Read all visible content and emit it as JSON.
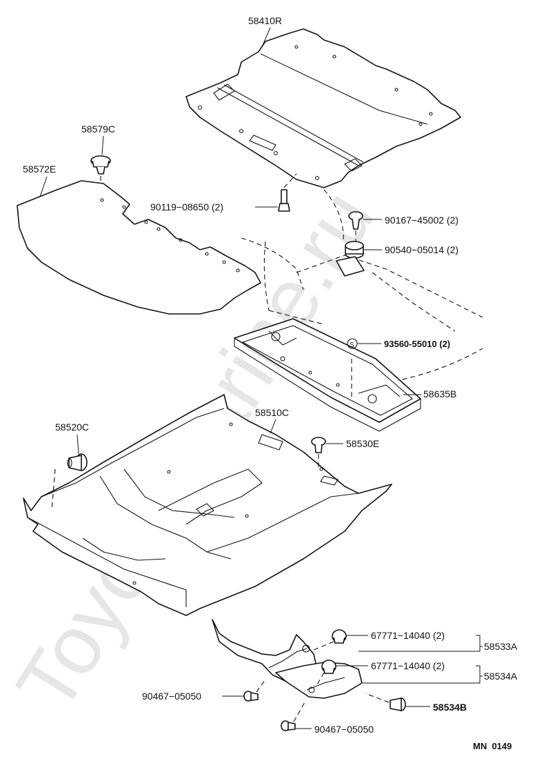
{
  "watermark": "ToyotaMarine.ru",
  "diagram_code": "MN  0149",
  "labels": {
    "p58410R": "58410R",
    "p58579C": "58579C",
    "p58572E": "58572E",
    "p90119": "90119−08650 (2)",
    "p90167": "90167−45002 (2)",
    "p90540": "90540−05014 (2)",
    "p93560_marker": "S",
    "p93560": "93560-55010 (2)",
    "p58635B": "58635B",
    "p58520C": "58520C",
    "p58510C": "58510C",
    "p58530E": "58530E",
    "p67771_a": "67771−14040 (2)",
    "p67771_b": "67771−14040 (2)",
    "p58533A": "58533A",
    "p58534A": "58534A",
    "p58534B": "58534B",
    "p90467_a": "90467−05050",
    "p90467_b": "90467−05050"
  }
}
